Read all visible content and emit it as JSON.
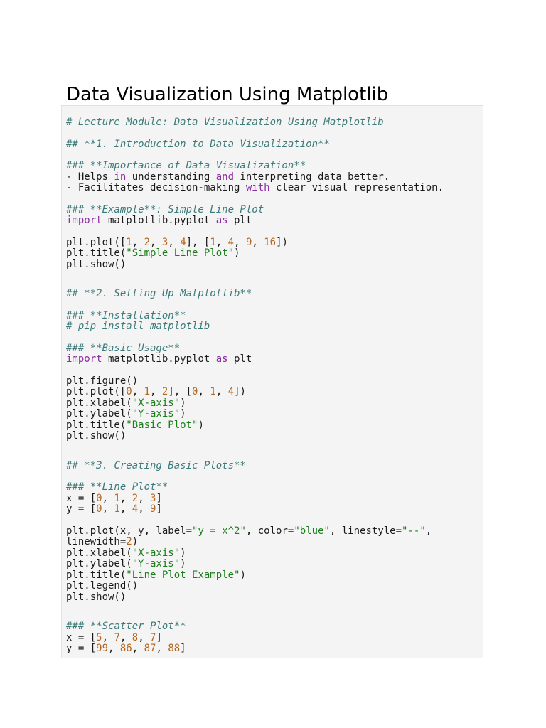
{
  "title": "Data Visualization Using Matplotlib",
  "colors": {
    "comment": "#3d7a7a",
    "keyword": "#8b2ca3",
    "string": "#1a7f1a",
    "number": "#b5651d",
    "code_background": "#f4f4f4"
  },
  "code_lines": [
    {
      "tokens": [
        {
          "t": "c",
          "v": "# Lecture Module: Data Visualization Using Matplotlib"
        }
      ]
    },
    {
      "blank": true
    },
    {
      "tokens": [
        {
          "t": "c",
          "v": "## **1. Introduction to Data Visualization**"
        }
      ]
    },
    {
      "blank": true
    },
    {
      "tokens": [
        {
          "t": "c",
          "v": "### **Importance of Data Visualization**"
        }
      ]
    },
    {
      "tokens": [
        {
          "t": "p",
          "v": "- Helps "
        },
        {
          "t": "k",
          "v": "in"
        },
        {
          "t": "p",
          "v": " understanding "
        },
        {
          "t": "k",
          "v": "and"
        },
        {
          "t": "p",
          "v": " interpreting data better."
        }
      ]
    },
    {
      "tokens": [
        {
          "t": "p",
          "v": "- Facilitates decision-making "
        },
        {
          "t": "k",
          "v": "with"
        },
        {
          "t": "p",
          "v": " clear visual representation."
        }
      ]
    },
    {
      "blank": true
    },
    {
      "tokens": [
        {
          "t": "c",
          "v": "### **Example**: Simple Line Plot"
        }
      ]
    },
    {
      "tokens": [
        {
          "t": "k",
          "v": "import"
        },
        {
          "t": "p",
          "v": " matplotlib.pyplot "
        },
        {
          "t": "k",
          "v": "as"
        },
        {
          "t": "p",
          "v": " plt"
        }
      ]
    },
    {
      "blank": true
    },
    {
      "tokens": [
        {
          "t": "p",
          "v": "plt.plot(["
        },
        {
          "t": "n",
          "v": "1"
        },
        {
          "t": "p",
          "v": ", "
        },
        {
          "t": "n",
          "v": "2"
        },
        {
          "t": "p",
          "v": ", "
        },
        {
          "t": "n",
          "v": "3"
        },
        {
          "t": "p",
          "v": ", "
        },
        {
          "t": "n",
          "v": "4"
        },
        {
          "t": "p",
          "v": "], ["
        },
        {
          "t": "n",
          "v": "1"
        },
        {
          "t": "p",
          "v": ", "
        },
        {
          "t": "n",
          "v": "4"
        },
        {
          "t": "p",
          "v": ", "
        },
        {
          "t": "n",
          "v": "9"
        },
        {
          "t": "p",
          "v": ", "
        },
        {
          "t": "n",
          "v": "16"
        },
        {
          "t": "p",
          "v": "])"
        }
      ]
    },
    {
      "tokens": [
        {
          "t": "p",
          "v": "plt.title("
        },
        {
          "t": "s",
          "v": "\"Simple Line Plot\""
        },
        {
          "t": "p",
          "v": ")"
        }
      ]
    },
    {
      "tokens": [
        {
          "t": "p",
          "v": "plt.show()"
        }
      ]
    },
    {
      "gap": true
    },
    {
      "tokens": [
        {
          "t": "c",
          "v": "## **2. Setting Up Matplotlib**"
        }
      ]
    },
    {
      "blank": true
    },
    {
      "tokens": [
        {
          "t": "c",
          "v": "### **Installation**"
        }
      ]
    },
    {
      "tokens": [
        {
          "t": "c",
          "v": "# pip install matplotlib"
        }
      ]
    },
    {
      "blank": true
    },
    {
      "tokens": [
        {
          "t": "c",
          "v": "### **Basic Usage**"
        }
      ]
    },
    {
      "tokens": [
        {
          "t": "k",
          "v": "import"
        },
        {
          "t": "p",
          "v": " matplotlib.pyplot "
        },
        {
          "t": "k",
          "v": "as"
        },
        {
          "t": "p",
          "v": " plt"
        }
      ]
    },
    {
      "blank": true
    },
    {
      "tokens": [
        {
          "t": "p",
          "v": "plt.figure()"
        }
      ]
    },
    {
      "tokens": [
        {
          "t": "p",
          "v": "plt.plot(["
        },
        {
          "t": "n",
          "v": "0"
        },
        {
          "t": "p",
          "v": ", "
        },
        {
          "t": "n",
          "v": "1"
        },
        {
          "t": "p",
          "v": ", "
        },
        {
          "t": "n",
          "v": "2"
        },
        {
          "t": "p",
          "v": "], ["
        },
        {
          "t": "n",
          "v": "0"
        },
        {
          "t": "p",
          "v": ", "
        },
        {
          "t": "n",
          "v": "1"
        },
        {
          "t": "p",
          "v": ", "
        },
        {
          "t": "n",
          "v": "4"
        },
        {
          "t": "p",
          "v": "])"
        }
      ]
    },
    {
      "tokens": [
        {
          "t": "p",
          "v": "plt.xlabel("
        },
        {
          "t": "s",
          "v": "\"X-axis\""
        },
        {
          "t": "p",
          "v": ")"
        }
      ]
    },
    {
      "tokens": [
        {
          "t": "p",
          "v": "plt.ylabel("
        },
        {
          "t": "s",
          "v": "\"Y-axis\""
        },
        {
          "t": "p",
          "v": ")"
        }
      ]
    },
    {
      "tokens": [
        {
          "t": "p",
          "v": "plt.title("
        },
        {
          "t": "s",
          "v": "\"Basic Plot\""
        },
        {
          "t": "p",
          "v": ")"
        }
      ]
    },
    {
      "tokens": [
        {
          "t": "p",
          "v": "plt.show()"
        }
      ]
    },
    {
      "gap": true
    },
    {
      "tokens": [
        {
          "t": "c",
          "v": "## **3. Creating Basic Plots**"
        }
      ]
    },
    {
      "blank": true
    },
    {
      "tokens": [
        {
          "t": "c",
          "v": "### **Line Plot**"
        }
      ]
    },
    {
      "tokens": [
        {
          "t": "p",
          "v": "x = ["
        },
        {
          "t": "n",
          "v": "0"
        },
        {
          "t": "p",
          "v": ", "
        },
        {
          "t": "n",
          "v": "1"
        },
        {
          "t": "p",
          "v": ", "
        },
        {
          "t": "n",
          "v": "2"
        },
        {
          "t": "p",
          "v": ", "
        },
        {
          "t": "n",
          "v": "3"
        },
        {
          "t": "p",
          "v": "]"
        }
      ]
    },
    {
      "tokens": [
        {
          "t": "p",
          "v": "y = ["
        },
        {
          "t": "n",
          "v": "0"
        },
        {
          "t": "p",
          "v": ", "
        },
        {
          "t": "n",
          "v": "1"
        },
        {
          "t": "p",
          "v": ", "
        },
        {
          "t": "n",
          "v": "4"
        },
        {
          "t": "p",
          "v": ", "
        },
        {
          "t": "n",
          "v": "9"
        },
        {
          "t": "p",
          "v": "]"
        }
      ]
    },
    {
      "blank": true
    },
    {
      "tokens": [
        {
          "t": "p",
          "v": "plt.plot(x, y, label="
        },
        {
          "t": "s",
          "v": "\"y = x^2\""
        },
        {
          "t": "p",
          "v": ", color="
        },
        {
          "t": "s",
          "v": "\"blue\""
        },
        {
          "t": "p",
          "v": ", linestyle="
        },
        {
          "t": "s",
          "v": "\"--\""
        },
        {
          "t": "p",
          "v": ","
        }
      ]
    },
    {
      "tokens": [
        {
          "t": "p",
          "v": "linewidth="
        },
        {
          "t": "n",
          "v": "2"
        },
        {
          "t": "p",
          "v": ")"
        }
      ]
    },
    {
      "tokens": [
        {
          "t": "p",
          "v": "plt.xlabel("
        },
        {
          "t": "s",
          "v": "\"X-axis\""
        },
        {
          "t": "p",
          "v": ")"
        }
      ]
    },
    {
      "tokens": [
        {
          "t": "p",
          "v": "plt.ylabel("
        },
        {
          "t": "s",
          "v": "\"Y-axis\""
        },
        {
          "t": "p",
          "v": ")"
        }
      ]
    },
    {
      "tokens": [
        {
          "t": "p",
          "v": "plt.title("
        },
        {
          "t": "s",
          "v": "\"Line Plot Example\""
        },
        {
          "t": "p",
          "v": ")"
        }
      ]
    },
    {
      "tokens": [
        {
          "t": "p",
          "v": "plt.legend()"
        }
      ]
    },
    {
      "tokens": [
        {
          "t": "p",
          "v": "plt.show()"
        }
      ]
    },
    {
      "gap": true
    },
    {
      "tokens": [
        {
          "t": "c",
          "v": "### **Scatter Plot**"
        }
      ]
    },
    {
      "tokens": [
        {
          "t": "p",
          "v": "x = ["
        },
        {
          "t": "n",
          "v": "5"
        },
        {
          "t": "p",
          "v": ", "
        },
        {
          "t": "n",
          "v": "7"
        },
        {
          "t": "p",
          "v": ", "
        },
        {
          "t": "n",
          "v": "8"
        },
        {
          "t": "p",
          "v": ", "
        },
        {
          "t": "n",
          "v": "7"
        },
        {
          "t": "p",
          "v": "]"
        }
      ]
    },
    {
      "tokens": [
        {
          "t": "p",
          "v": "y = ["
        },
        {
          "t": "n",
          "v": "99"
        },
        {
          "t": "p",
          "v": ", "
        },
        {
          "t": "n",
          "v": "86"
        },
        {
          "t": "p",
          "v": ", "
        },
        {
          "t": "n",
          "v": "87"
        },
        {
          "t": "p",
          "v": ", "
        },
        {
          "t": "n",
          "v": "88"
        },
        {
          "t": "p",
          "v": "]"
        }
      ]
    }
  ]
}
